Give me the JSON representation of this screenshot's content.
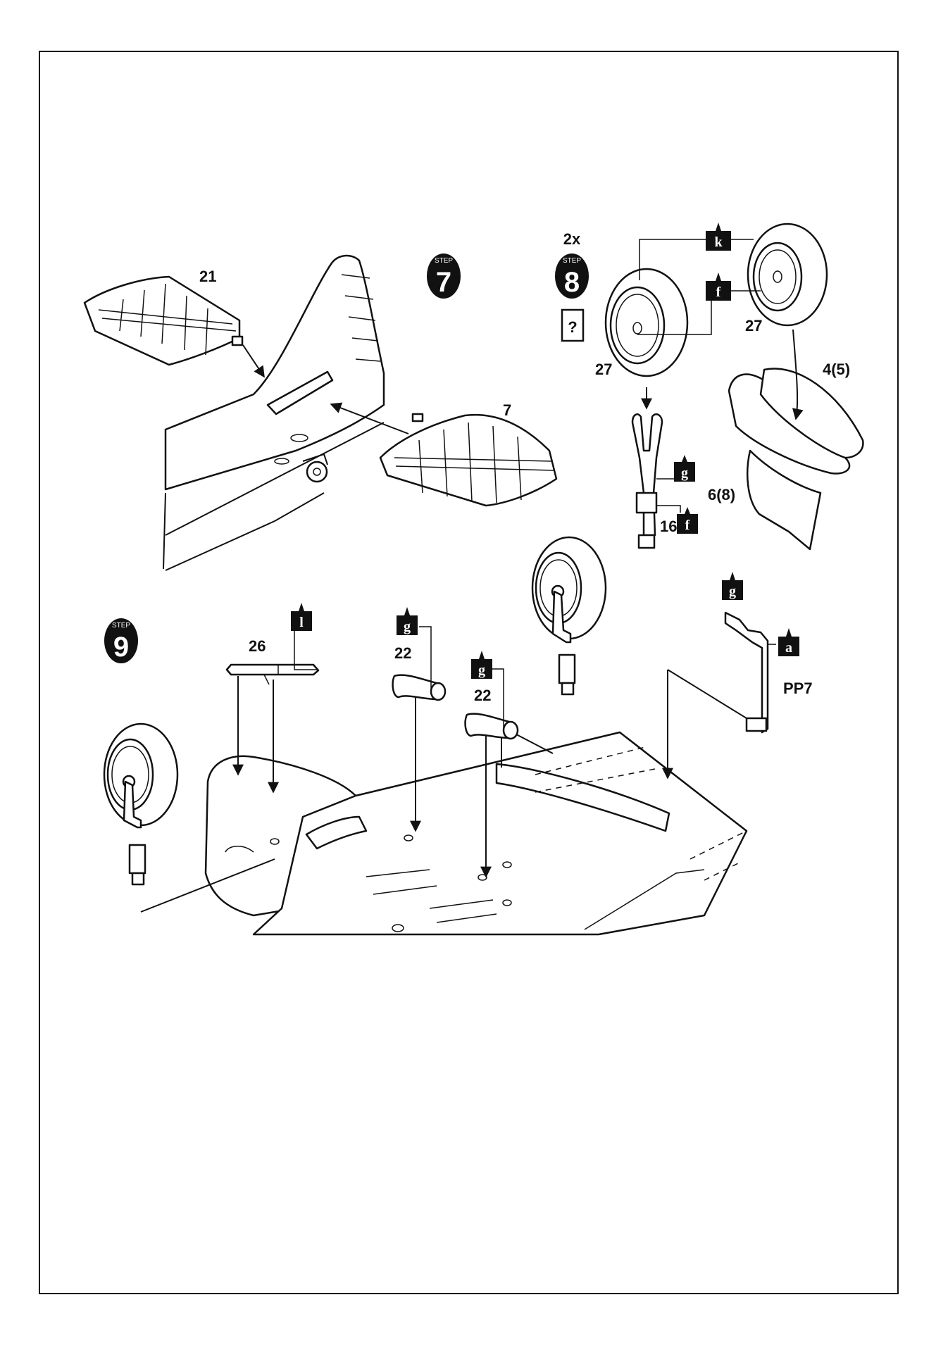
{
  "steps": [
    {
      "id": "7",
      "caption": "STEP",
      "number": "7"
    },
    {
      "id": "8",
      "caption": "STEP",
      "number": "8",
      "multiplier": "2x",
      "note": "?"
    },
    {
      "id": "9",
      "caption": "STEP",
      "number": "9"
    }
  ],
  "parts": {
    "p21": "21",
    "p7": "7",
    "p27a": "27",
    "p27b": "27",
    "p4_5": "4(5)",
    "p6_8": "6(8)",
    "p16": "16",
    "p26": "26",
    "p22a": "22",
    "p22b": "22",
    "pp7": "PP7"
  },
  "paints": {
    "k": "k",
    "f1": "f",
    "g1": "g",
    "f2": "f",
    "g2": "g",
    "a": "a",
    "l": "l",
    "g3": "g",
    "g4": "g"
  },
  "colors": {
    "ink": "#111111",
    "paper": "#ffffff"
  }
}
